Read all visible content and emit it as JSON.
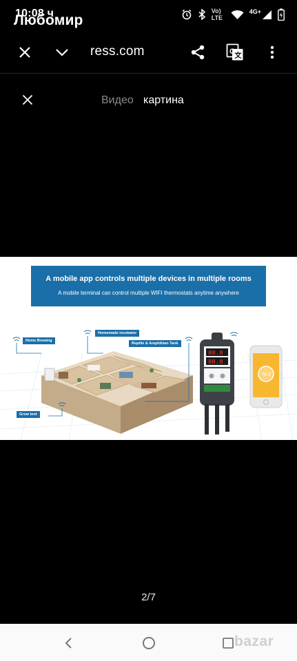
{
  "status_bar": {
    "time": "10:08 ч",
    "network_label": "4G+",
    "volte_label": "Vo) LTE"
  },
  "seller_name": "Любомир",
  "browser": {
    "url": "ress.com"
  },
  "media_tabs": {
    "video_label": "Видео",
    "picture_label": "картина"
  },
  "product_image": {
    "banner_title": "A mobile app controls multiple devices in multiple rooms",
    "banner_subtitle": "A mobile terminal can control multiple WIFI thermostats anytime anywhere",
    "labels": [
      "Home Brewing",
      "Homemade incubator",
      "Reptile & Amphibian Tank",
      "Grow tent"
    ],
    "phone_reading": "78.2",
    "accent_color": "#1b6fa8"
  },
  "pager": {
    "current": "2/7"
  },
  "watermark": "bazar"
}
